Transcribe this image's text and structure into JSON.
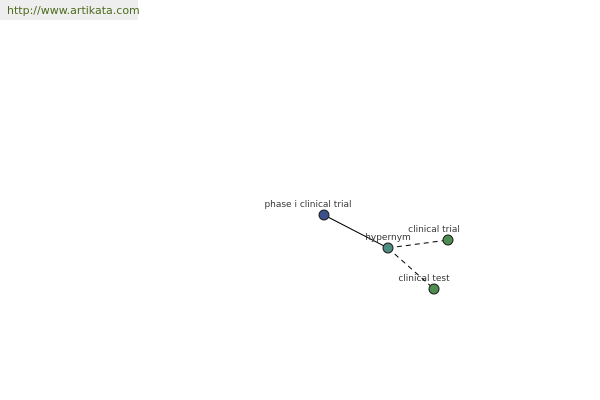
{
  "banner": {
    "url": "http://www.artikata.com"
  },
  "graph": {
    "nodes": [
      {
        "id": "phase",
        "label": "phase i clinical trial",
        "color": "#3b4f8c"
      },
      {
        "id": "hypernym",
        "label": "hypernym",
        "color": "#4f8c80"
      },
      {
        "id": "clinical_trial",
        "label": "clinical trial",
        "color": "#4f8c4f"
      },
      {
        "id": "clinical_test",
        "label": "clinical test",
        "color": "#4f8c4f"
      }
    ],
    "edges": [
      {
        "from": "phase",
        "to": "hypernym",
        "style": "solid"
      },
      {
        "from": "hypernym",
        "to": "clinical_trial",
        "style": "dashed"
      },
      {
        "from": "hypernym",
        "to": "clinical_test",
        "style": "dashed"
      }
    ]
  }
}
